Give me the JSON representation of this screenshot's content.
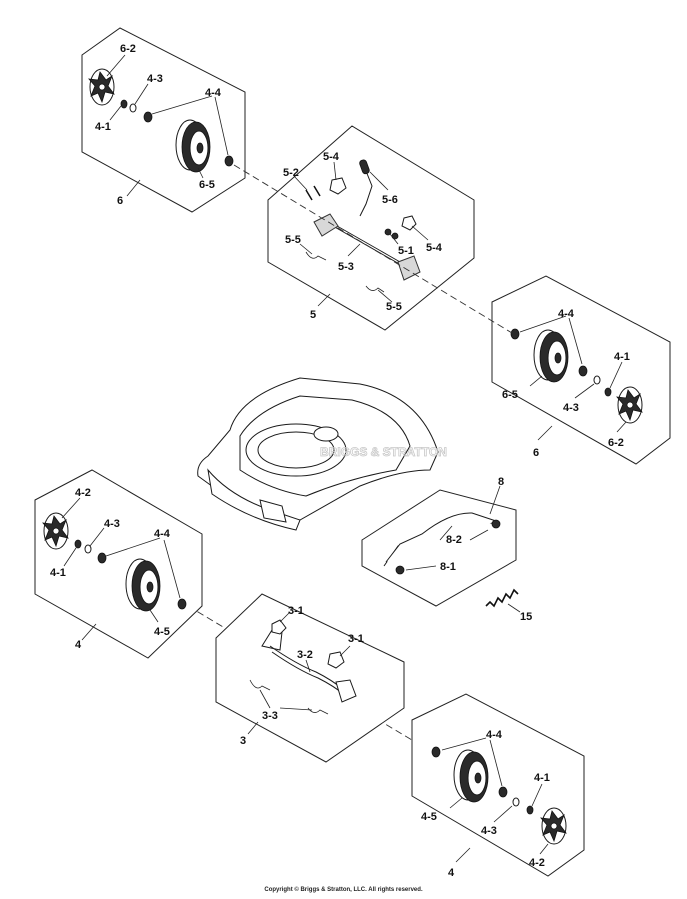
{
  "copyright": "Copyright © Briggs & Stratton, LLC. All rights reserved.",
  "watermark": "BRIGGS & STRATTON",
  "callouts": {
    "a_6_2": "6-2",
    "a_4_3": "4-3",
    "a_4_4": "4-4",
    "a_4_1": "4-1",
    "a_6_5": "6-5",
    "a_6": "6",
    "b_5_4_top": "5-4",
    "b_5_2": "5-2",
    "b_5_6": "5-6",
    "b_5_1": "5-1",
    "b_5_4_right": "5-4",
    "b_5_5_left": "5-5",
    "b_5_3": "5-3",
    "b_5_5_right": "5-5",
    "b_5": "5",
    "c_4_4": "4-4",
    "c_4_1": "4-1",
    "c_6_5": "6-5",
    "c_4_3": "4-3",
    "c_6_2": "6-2",
    "c_6": "6",
    "d_4_2": "4-2",
    "d_4_3": "4-3",
    "d_4_4": "4-4",
    "d_4_1": "4-1",
    "d_4_5": "4-5",
    "d_4": "4",
    "e_8": "8",
    "e_8_2": "8-2",
    "e_8_1": "8-1",
    "e_15": "15",
    "f_3_1_left": "3-1",
    "f_3_1_right": "3-1",
    "f_3_2": "3-2",
    "f_3_3": "3-3",
    "f_3": "3",
    "g_4_4": "4-4",
    "g_4_1": "4-1",
    "g_4_5": "4-5",
    "g_4_3": "4-3",
    "g_4_2": "4-2",
    "g_4": "4"
  }
}
